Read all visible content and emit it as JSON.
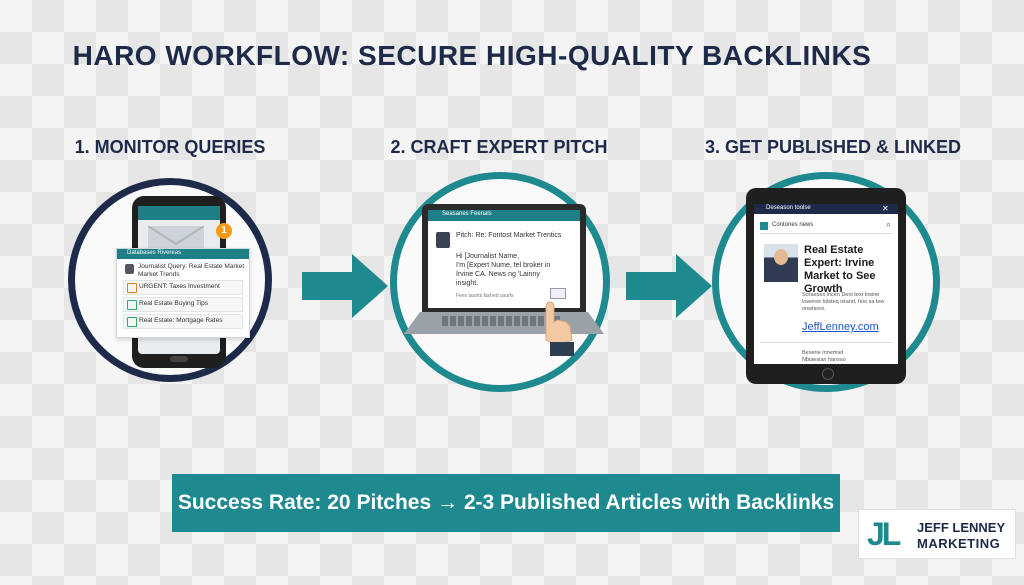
{
  "title": "HARO WORKFLOW: SECURE HIGH-QUALITY BACKLINKS",
  "colors": {
    "navy": "#1e2a4a",
    "teal": "#1e8a8f"
  },
  "steps": [
    {
      "label": "1. MONITOR QUERIES"
    },
    {
      "label": "2. CRAFT EXPERT PITCH"
    },
    {
      "label": "3. GET PUBLISHED & LINKED"
    }
  ],
  "phone": {
    "app_title": "Databases Rivereas",
    "badge": "1",
    "query_header": "Journalist Query: Real Estate Market",
    "query_sub": "Market Trends",
    "items": [
      "URGENT: Taxes Investment",
      "Real Estate Buying Tips",
      "Real Estate: Mortgage Rates"
    ]
  },
  "laptop": {
    "window_title": "Seasanes Feenals",
    "pitch_subject": "Pitch: Re: Fontost Market Trentics",
    "pitch_body": [
      "Hi [Journalist Name,",
      "I'm [Expert Nume, tel broker in",
      "Irvine CA. News ng 'Lainny",
      "insight."
    ],
    "pitch_footer": "Fees taunts fashed usurfs"
  },
  "tablet": {
    "window_title": "Deseason toolse",
    "site_name": "Contones news",
    "article_title": "Real Estate Expert: Irvine Market to See Growth",
    "article_body": [
      "Soraeses incen Deni text Irwine",
      "lowereir lolsteq istand, hoo sa lew",
      "onwtsore."
    ],
    "link": "JeffLenney.com",
    "footer_text": [
      "Besene Innemiet",
      "Nbiaesian hansso"
    ]
  },
  "banner": "Success Rate: 20 Pitches → 2-3 Published Articles with Backlinks",
  "logo": {
    "mark": "JL",
    "line1": "JEFF LENNEY",
    "line2": "MARKETING"
  }
}
